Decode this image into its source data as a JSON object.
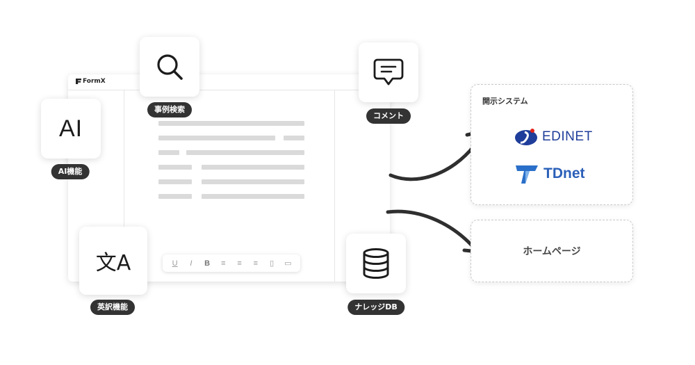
{
  "editor": {
    "brand": "FormX"
  },
  "toolbar": {
    "items": [
      "U",
      "I",
      "B",
      "≡",
      "≡",
      "≡",
      "▯",
      "▭"
    ]
  },
  "features": {
    "search": {
      "label": "事例検索",
      "icon": "magnifier-icon"
    },
    "comment": {
      "label": "コメント",
      "icon": "speech-bubble-icon"
    },
    "ai": {
      "label": "AI機能",
      "icon_text": "AI"
    },
    "translate": {
      "label": "英訳機能",
      "icon_text": "文A"
    },
    "knowledge": {
      "label": "ナレッジDB",
      "icon": "database-icon"
    }
  },
  "destinations": {
    "disclosure": {
      "title": "開示システム",
      "systems": [
        "EDINET",
        "TDnet"
      ]
    },
    "homepage": {
      "label": "ホームページ"
    }
  }
}
